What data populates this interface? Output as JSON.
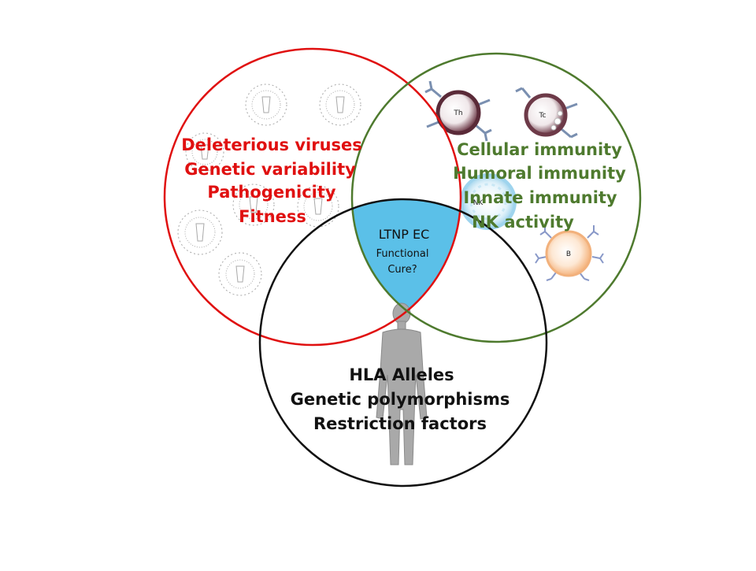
{
  "circles": {
    "virus": {
      "color": "#e01010",
      "lines": [
        "Deleterious viruses",
        "Genetic variability",
        "Pathogenicity",
        "Fitness"
      ]
    },
    "immunity": {
      "color": "#4e7a2e",
      "lines": [
        "Cellular immunity",
        "Humoral immunity",
        "Innate immunity",
        "NK activity"
      ],
      "cell_labels": {
        "th": "Th",
        "tc": "Tc",
        "nk": "NK",
        "b": "B"
      }
    },
    "host": {
      "color": "#111111",
      "lines": [
        "HLA Alleles",
        "Genetic polymorphisms",
        "Restriction factors"
      ]
    }
  },
  "intersection": {
    "color": "#5bc0e8",
    "title": "LTNP EC",
    "line1": "Functional",
    "line2": "Cure?"
  }
}
